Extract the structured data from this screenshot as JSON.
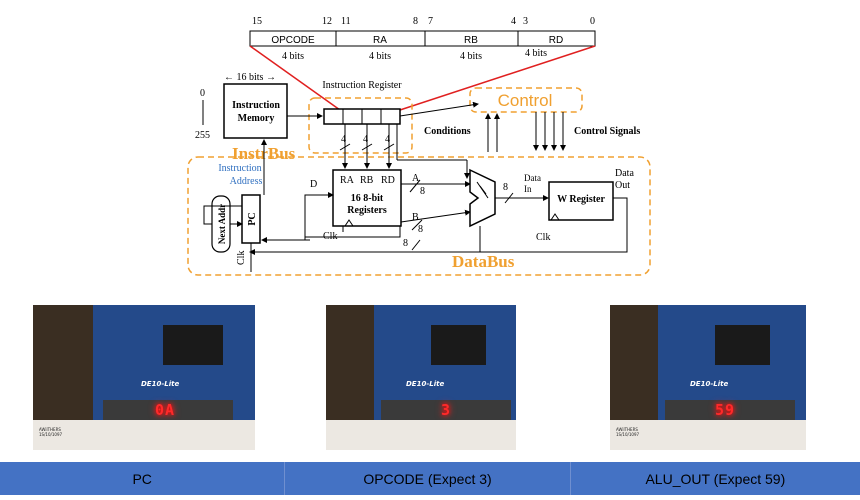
{
  "instruction_format": {
    "bit_labels": [
      "15",
      "12",
      "11",
      "8",
      "7",
      "4",
      "3",
      "0"
    ],
    "fields": [
      {
        "name": "OPCODE",
        "width": "4 bits"
      },
      {
        "name": "RA",
        "width": "4 bits"
      },
      {
        "name": "RB",
        "width": "4 bits"
      },
      {
        "name": "RD",
        "width": "4 bits"
      }
    ]
  },
  "diagram": {
    "width_label": "← 16 bits →",
    "address_top": "0",
    "address_bottom": "255",
    "instruction_memory": "Instruction Memory",
    "instruction_register": "Instruction Register",
    "control": "Control",
    "conditions": "Conditions",
    "control_signals": "Control Signals",
    "instr_bus": "InstrBus",
    "instruction_address": "Instruction Address",
    "data_bus": "DataBus",
    "next_addr": "Next Addr",
    "pc": "PC",
    "clk": "Clk",
    "d": "D",
    "ra": "RA",
    "rb": "RB",
    "rd": "RD",
    "registers": "16 8-bit Registers",
    "a": "A",
    "b": "B",
    "four": "4",
    "eight": "8",
    "data_in": "Data In",
    "data_out": "Data Out",
    "w_register": "W Register",
    "colors": {
      "bus": "#f0a030",
      "highlight_line": "#e02020"
    }
  },
  "photos": [
    {
      "display": "0A",
      "caption": "PC"
    },
    {
      "display": "3",
      "caption": "OPCODE (Expect 3)"
    },
    {
      "display": "59",
      "caption": "ALU_OUT (Expect 59)"
    }
  ],
  "board_label": "DE10-Lite",
  "signature": "AWilTHERS\n1S/10/1097"
}
